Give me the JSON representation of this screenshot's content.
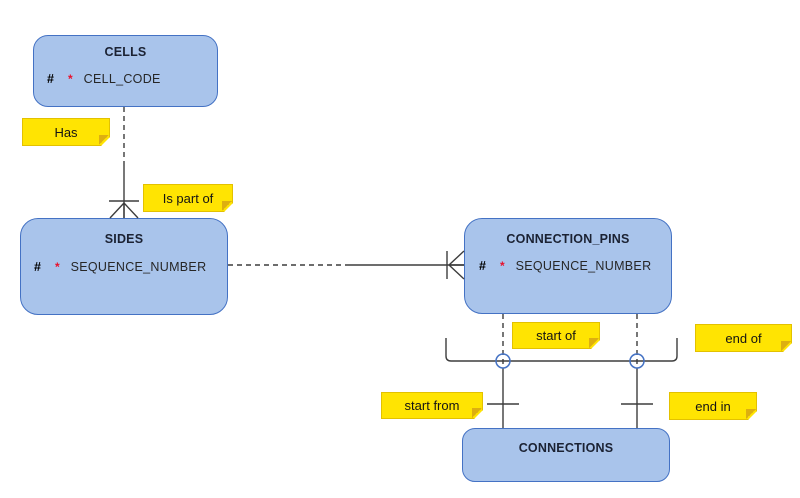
{
  "entities": {
    "cells": {
      "title": "CELLS",
      "attr": {
        "hash": "#",
        "req": "*",
        "name": "CELL_CODE"
      }
    },
    "sides": {
      "title": "SIDES",
      "attr": {
        "hash": "#",
        "req": "*",
        "name": "SEQUENCE_NUMBER"
      }
    },
    "connection_pins": {
      "title": "CONNECTION_PINS",
      "attr": {
        "hash": "#",
        "req": "*",
        "name": "SEQUENCE_NUMBER"
      }
    },
    "connections": {
      "title": "CONNECTIONS"
    }
  },
  "relationship_labels": {
    "has": "Has",
    "is_part_of": "Is part of",
    "start_of": "start of",
    "end_of": "end of",
    "start_from": "start from",
    "end_in": "end in"
  },
  "colors": {
    "entity_fill": "#A9C4EB",
    "entity_border": "#4472C4",
    "note_fill": "#FFE402",
    "line": "#3D3D3D",
    "arc_circle": "#4472C4",
    "required_marker": "#E8112D"
  }
}
